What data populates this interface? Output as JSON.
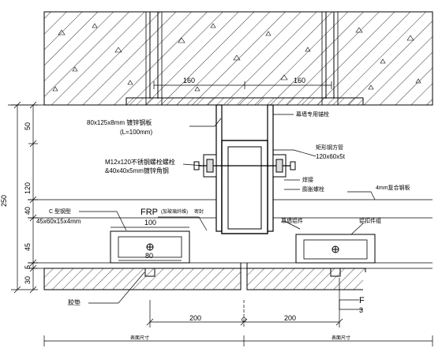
{
  "dims": {
    "left_total": "250",
    "d50": "50",
    "d120": "120",
    "d40": "40",
    "d45": "45",
    "d5": "5",
    "d30": "30",
    "top_160_left": "160",
    "top_160_right": "160",
    "dim_100": "100",
    "dim_80": "80",
    "bottom_200_left": "200",
    "bottom_200_right": "200"
  },
  "labels": {
    "plate": "80x125x8mm 镀锌钢板",
    "plate_len": "(L=100mm)",
    "bolt": "M12x120不锈钢螺栓螺栓",
    "angle": "&40x40x5mm镀锌角钢",
    "tube": "矩形钢方管",
    "tube_size": "120x60x5t",
    "cchannel": "C 型钢型",
    "cchannel_size": "45x60x15x4mm",
    "frp": "FRP",
    "frp_note": "(加玻璃纤维)",
    "frp_suffix": "密封",
    "plate_4mm": "4mm复合钢板",
    "r_top": "幕墙专用锚栓",
    "r_weld": "焊接",
    "r_bolt": "膨胀螺栓",
    "m_left": "幕墙铝件",
    "m_right": "铝扣件组",
    "bottom_left_text": "胶垫",
    "bottom_right_f": "F",
    "bottom_right_3": "3",
    "dim_left_note": "表面尺寸",
    "dim_right_note": "表面尺寸"
  }
}
